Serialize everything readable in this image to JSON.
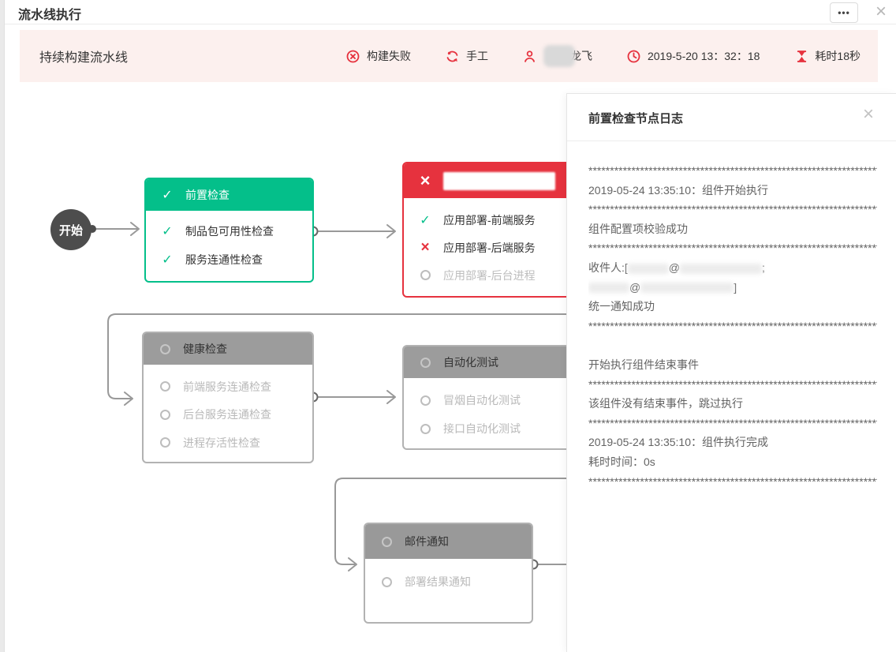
{
  "window": {
    "title": "流水线执行",
    "more_label": "•••",
    "close_label": "×"
  },
  "status_bar": {
    "pipeline_name": "持续构建流水线",
    "result_label": "构建失败",
    "trigger_label": "手工",
    "user": {
      "redacted": true,
      "name_visible": "龙飞"
    },
    "time": "2019-5-20 13：32：18",
    "duration": "耗时18秒"
  },
  "flow": {
    "start_label": "开始",
    "nodes": [
      {
        "title": "前置检查",
        "status": "success",
        "items": [
          {
            "label": "制品包可用性检查",
            "status": "success"
          },
          {
            "label": "服务连通性检查",
            "status": "success"
          }
        ]
      },
      {
        "title": "",
        "title_redacted": true,
        "status": "failed",
        "items": [
          {
            "label": "应用部署-前端服务",
            "status": "success"
          },
          {
            "label": "应用部署-后端服务",
            "status": "failed"
          },
          {
            "label": "应用部署-后台进程",
            "status": "pending"
          }
        ]
      },
      {
        "title": "健康检查",
        "status": "pending",
        "items": [
          {
            "label": "前端服务连通检查",
            "status": "pending"
          },
          {
            "label": "后台服务连通检查",
            "status": "pending"
          },
          {
            "label": "进程存活性检查",
            "status": "pending"
          }
        ]
      },
      {
        "title": "自动化测试",
        "status": "pending",
        "items": [
          {
            "label": "冒烟自动化测试",
            "status": "pending"
          },
          {
            "label": "接口自动化测试",
            "status": "pending"
          }
        ]
      },
      {
        "title": "邮件通知",
        "status": "pending",
        "items": [
          {
            "label": "部署结果通知",
            "status": "pending"
          }
        ]
      }
    ]
  },
  "log_panel": {
    "title": "前置检查节点日志",
    "close_label": "×",
    "separator": "**********************************************************************",
    "line_start": "2019-05-24 13:35:10：组件开始执行",
    "line_config_ok": "组件配置项校验成功",
    "recipient_prefix": "收件人:[",
    "at_sign": "@",
    "semicolon": ";",
    "bracket_close": "]",
    "line_unified_ok": "统一通知成功",
    "line_end_event": "开始执行组件结束事件",
    "line_no_end_event": "该组件没有结束事件，跳过执行",
    "line_complete": "2019-05-24 13:35:10：组件执行完成",
    "line_elapsed": "耗时时间：0s"
  },
  "colors": {
    "accent_red": "#e6323e",
    "success_green": "#04bf8a",
    "pending_gray": "#9c9c9c",
    "statusbar_bg": "#fcf0ee",
    "start_node": "#4d4d4d",
    "connector": "#999999"
  }
}
